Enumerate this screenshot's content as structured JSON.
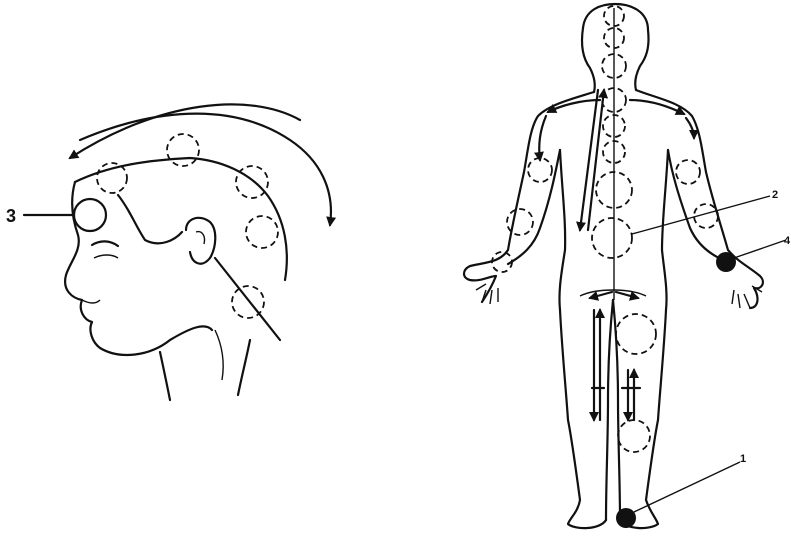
{
  "labels": {
    "head_point": "3",
    "heel_point": "1",
    "back_point": "2",
    "wrist_point": "4"
  }
}
